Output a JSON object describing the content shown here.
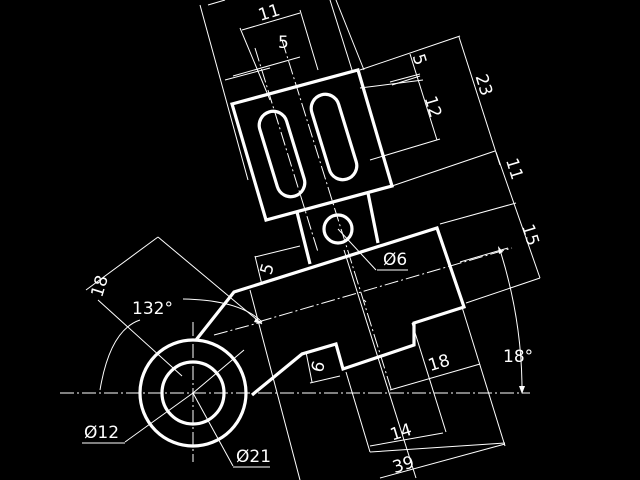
{
  "drawing": {
    "background": "#000000",
    "line_color": "#ffffff",
    "dimensions": {
      "top_outer_width": "11",
      "top_inner_width": "5",
      "slot_offset": "5",
      "slot_length": "12",
      "block_height": "23",
      "neck_height": "11",
      "arm_height": "15",
      "arm_thickness": "5",
      "boss_diameter_small": "Ø12",
      "boss_diameter_large": "Ø21",
      "hole_diameter": "Ø6",
      "arm_offset": "18",
      "angle_arm": "132°",
      "angle_tilt": "18°",
      "lower_offset": "18",
      "notch_depth": "6",
      "notch_width": "14",
      "overall_length": "39"
    }
  }
}
